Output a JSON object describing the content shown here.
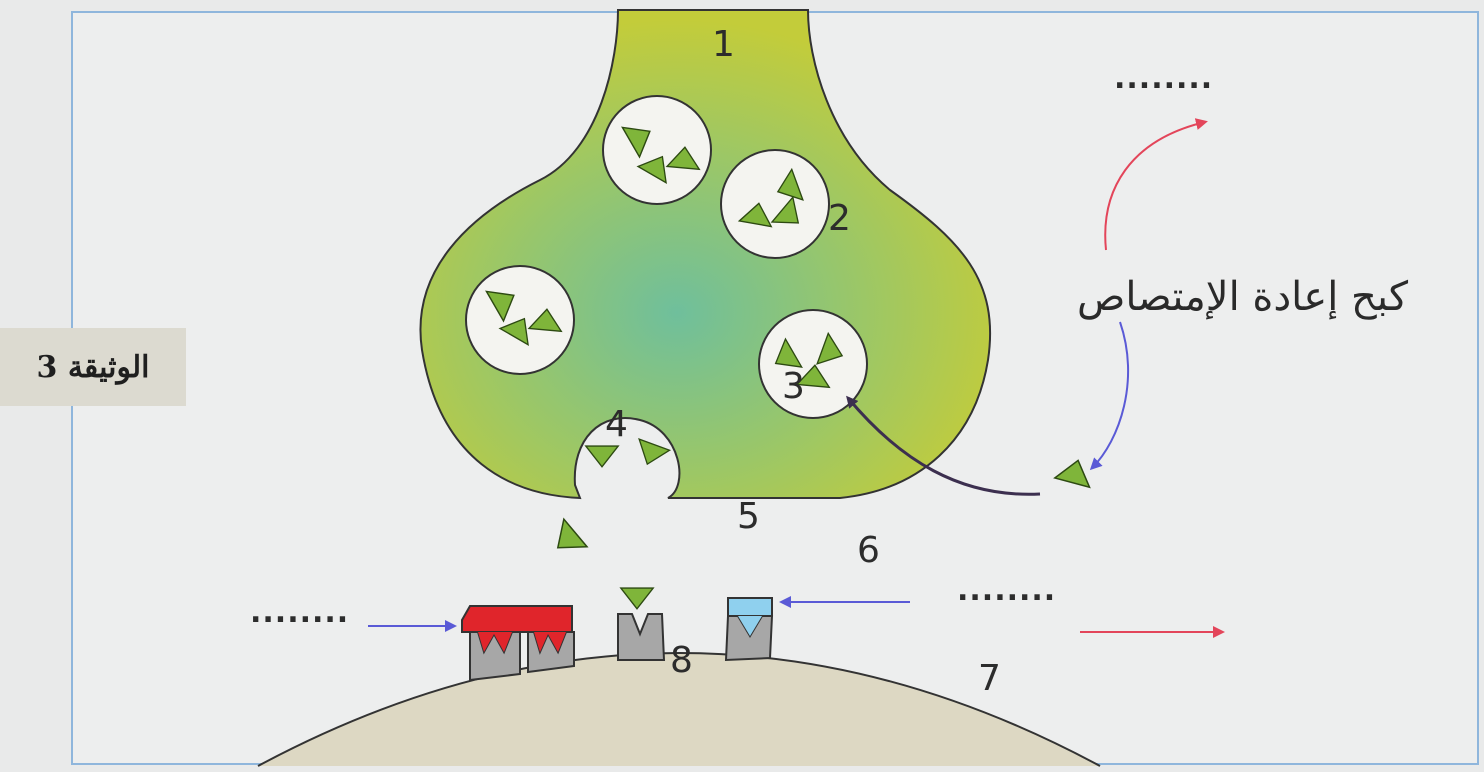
{
  "document_label": "الوثيقة 3",
  "annotation": "كبح إعادة الإمتصاص",
  "numbers": [
    "1",
    "2",
    "3",
    "4",
    "5",
    "6",
    "7",
    "8"
  ],
  "blanks": {
    "top_right": "........",
    "middle_right": "........",
    "left": "........"
  },
  "colors": {
    "terminal_yellow": "#bcc93a",
    "terminal_green": "#7dc1a0",
    "vesicle_fill": "#f4f4f0",
    "neurotransmitter": "#7fb53a",
    "membrane_fill": "#ddd8c3",
    "receptor_gray": "#a7a7a7",
    "channel_red": "#e0252b",
    "receptor_cap_blue": "#8fd0ee",
    "arrow_red": "#e3455a",
    "arrow_blue": "#5a5ad6",
    "arrow_dark": "#3c2f4f"
  }
}
